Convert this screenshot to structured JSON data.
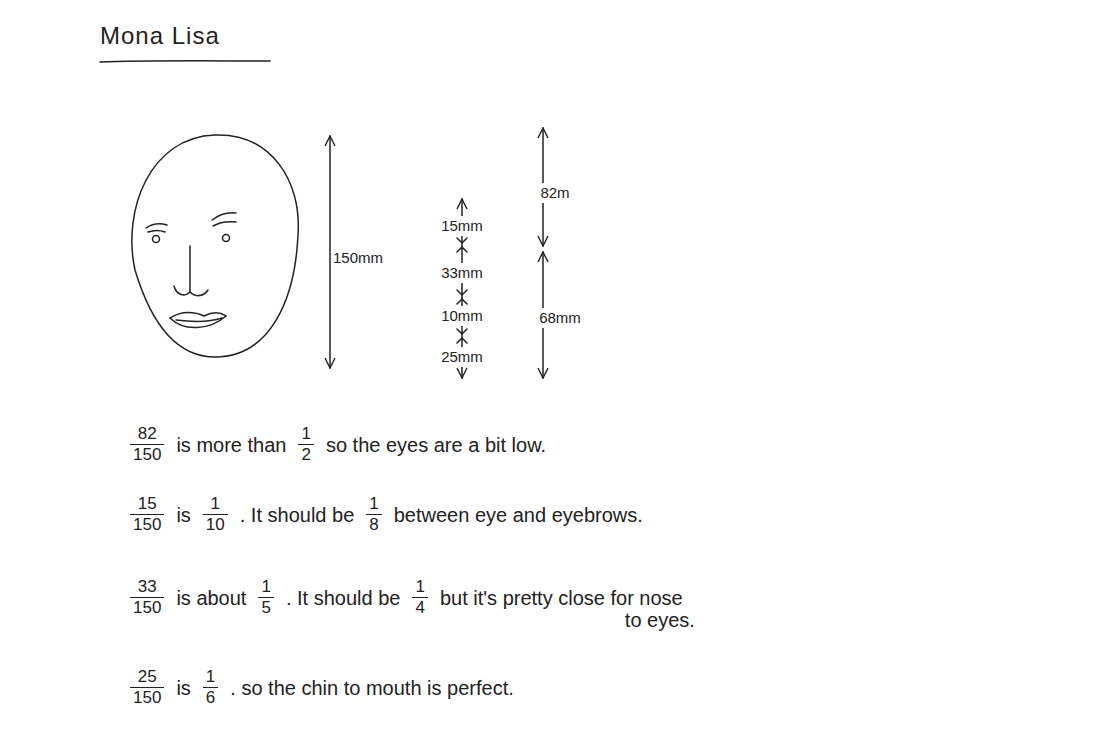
{
  "diagram": {
    "title": "Mona Lisa",
    "labels": [
      "150mm",
      "15mm",
      "33mm",
      "10mm",
      "25mm",
      "82m",
      "68mm",
      "82",
      "150",
      "is more than",
      "1",
      "2",
      "so the eyes are a bit low.",
      "15",
      "150",
      "is",
      "1",
      "10",
      ". It should be",
      "1",
      "8",
      "between eye and eyebrows.",
      "33",
      "150",
      "is about",
      "1",
      "5",
      ". It should be",
      "1",
      "4",
      "but it's pretty close for nose to eyes.",
      "25",
      "150",
      "is",
      "1",
      "6",
      ". so the chin to mouth is perfect."
    ]
  }
}
